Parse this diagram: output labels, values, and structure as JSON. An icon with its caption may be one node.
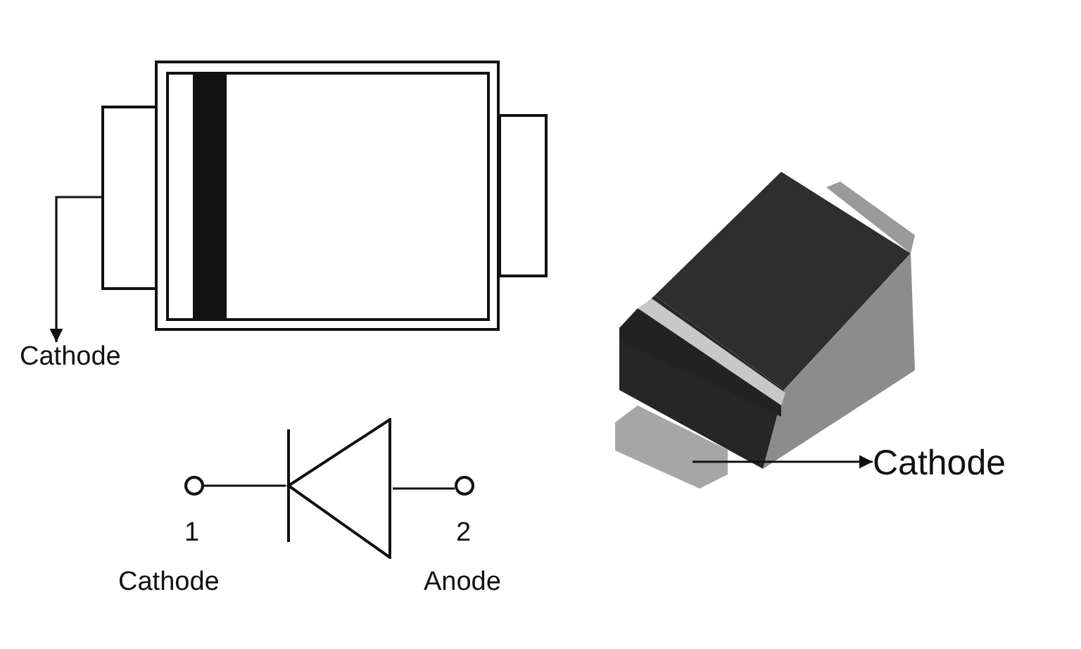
{
  "diagram": {
    "nodes": [
      {
        "text": [
          "Cathode"
        ]
      },
      {
        "text": [],
        "shape": "box"
      },
      {
        "text": [],
        "shape": "box"
      },
      {
        "text": [
          "Cathode"
        ]
      },
      {
        "text": [],
        "shape": "circle"
      },
      {
        "text": [],
        "shape": "picture"
      },
      {
        "text": [],
        "shape": "circle"
      }
    ],
    "edges": [
      {
        "from": 1,
        "to": 0,
        "arrow": "to"
      },
      {
        "from": 2,
        "to": 3,
        "arrow": "to"
      },
      {
        "from": 4,
        "to": 5,
        "arrow": "none"
      },
      {
        "from": 5,
        "to": 6,
        "arrow": "none"
      }
    ],
    "labels": [
      "1",
      "2",
      "Cathode",
      "Anode"
    ]
  }
}
